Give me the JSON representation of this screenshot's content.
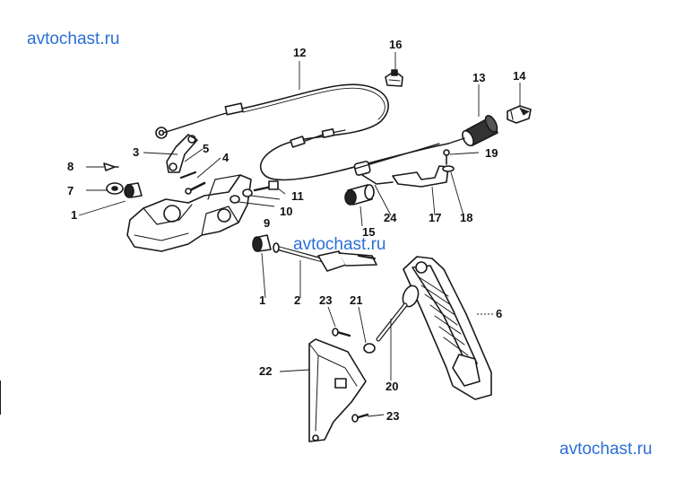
{
  "watermark": {
    "text": "avtochast.ru",
    "color": "#2b6fd6"
  },
  "callouts": [
    "1",
    "1",
    "2",
    "3",
    "4",
    "5",
    "6",
    "7",
    "8",
    "9",
    "10",
    "11",
    "12",
    "13",
    "14",
    "15",
    "16",
    "17",
    "18",
    "19",
    "20",
    "21",
    "22",
    "23",
    "23",
    "24"
  ],
  "colors": {
    "ink": "#1a1a1a",
    "shade": "#555555"
  }
}
